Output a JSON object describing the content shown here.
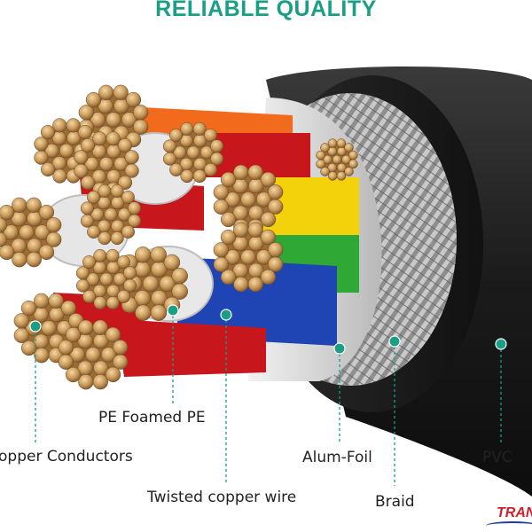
{
  "headline": "RELIABLE QUALITY",
  "accent_color": "#1a9e86",
  "callouts": {
    "pe_foamed": "PE Foamed PE",
    "copper_conductors": "opper Conductors",
    "twisted_copper": "Twisted copper wire",
    "alum_foil": "Alum-Foil",
    "braid": "Braid",
    "pvc": "PVC"
  },
  "brand_fragment": "TRAN",
  "wire_colors": {
    "orange": "#f26a1b",
    "red": "#c8161d",
    "yellow": "#f3d20c",
    "green": "#2fa836",
    "blue": "#1f44b3",
    "copper": "#c99a5b",
    "jacket": "#1c1c1c",
    "foil": "#d9d9d9"
  }
}
